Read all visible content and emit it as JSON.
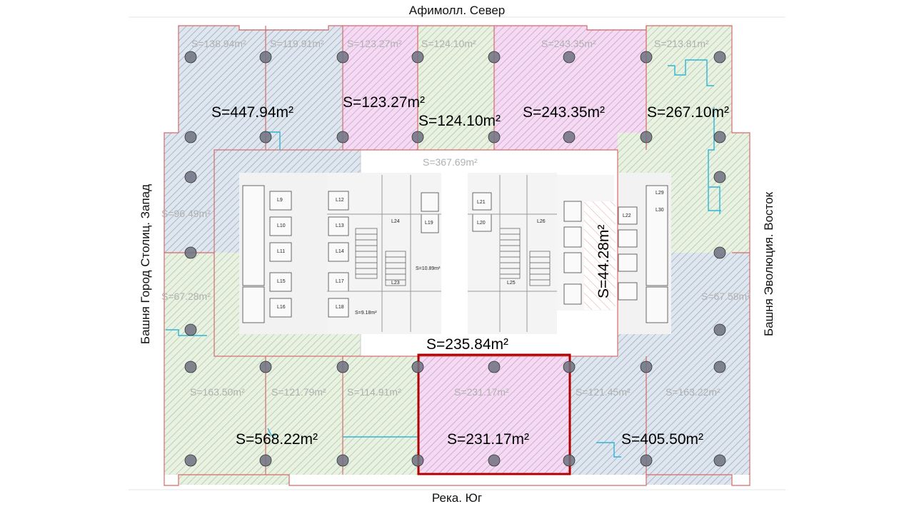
{
  "directions": {
    "north": "Афимолл. Север",
    "south": "Река. Юг",
    "west": "Башня Город Столиц. Запад",
    "east": "Башня Эволюция. Восток"
  },
  "zones": {
    "nw_total": "S=447.94m²",
    "n2_total": "S=123.27m²",
    "n3_total": "S=124.10m²",
    "n4_total": "S=243.35m²",
    "ne_total": "S=267.10m²",
    "core_corridor": "S=235.84m²",
    "east_strip": "S=44.28m²",
    "sw_total": "S=568.22m²",
    "s_selected_total": "S=231.17m²",
    "se_total": "S=405.50m²"
  },
  "units": {
    "n1": "S=138.94m²",
    "n2": "S=119.91m²",
    "n3": "S=123.27m²",
    "n4": "S=124.10m²",
    "n5": "S=243.35m²",
    "n6": "S=213.81m²",
    "core_top": "S=367.69m²",
    "w1": "S=96.49m²",
    "w2": "S=67.28m²",
    "e1": "S=67.58m²",
    "s1": "S=163.50m²",
    "s2": "S=121.79m²",
    "s3": "S=114.91m²",
    "s4": "S=231.17m²",
    "s5": "S=121.45m²",
    "s6": "S=163.22m²"
  },
  "core": {
    "a1": "S=10.89m²",
    "a2": "S=9.18m²",
    "lifts": [
      "L9",
      "L10",
      "L11",
      "L12",
      "L13",
      "L14",
      "L15",
      "L16",
      "L17",
      "L18",
      "L19",
      "L20",
      "L21",
      "L22",
      "L23",
      "L24",
      "L25",
      "L26",
      "L29",
      "L30"
    ]
  },
  "colors": {
    "blue_zone": "#8fa6bf",
    "pink_zone": "#d78fd6",
    "green_zone": "#a8c79a",
    "selection": "#b00000",
    "wall": "#d66a6a",
    "column": "#6e7180",
    "pipe": "#2fb5d8"
  }
}
